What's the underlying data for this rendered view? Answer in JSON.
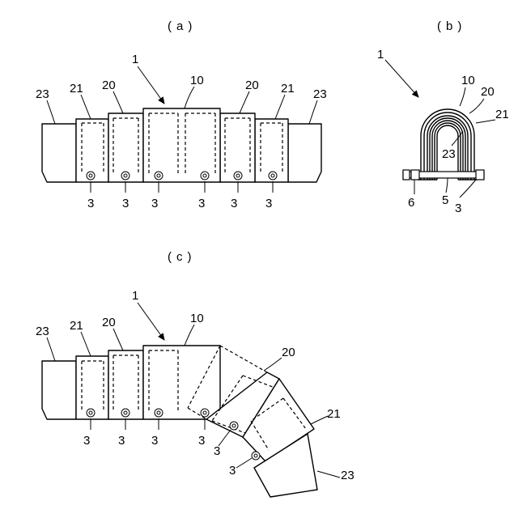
{
  "panels": {
    "a": {
      "caption": "(a)"
    },
    "b": {
      "caption": "(b)"
    },
    "c": {
      "caption": "(c)"
    }
  },
  "labels": {
    "assembly": "1",
    "center_plate": "10",
    "plate_20": "20",
    "plate_21": "21",
    "plate_23": "23",
    "bolt": "3",
    "rod": "5",
    "nut": "6"
  }
}
